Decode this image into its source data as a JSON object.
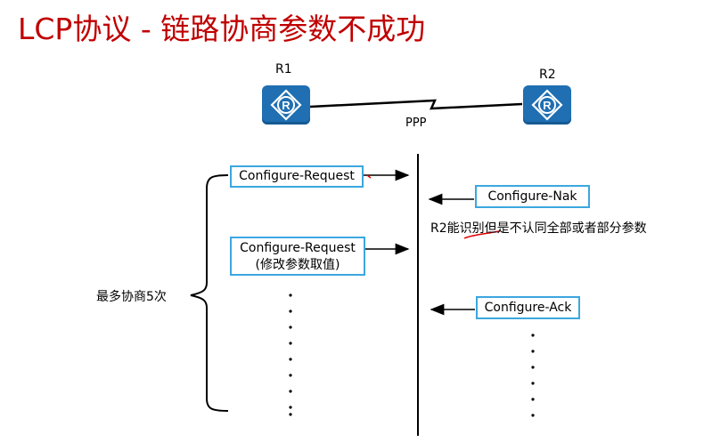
{
  "title": "LCP协议 - 链路协商参数不成功",
  "routers": {
    "r1_label": "R1",
    "r2_label": "R2"
  },
  "link_label": "PPP",
  "left_messages": {
    "request1": "Configure-Request",
    "request2_line1": "Configure-Request",
    "request2_line2": "(修改参数取值)"
  },
  "right_messages": {
    "nak": "Configure-Nak",
    "ack": "Configure-Ack"
  },
  "nak_note": "R2能识别但是不认同全部或者部分参数",
  "brace_label": "最多协商5次",
  "colors": {
    "title": "#c00000",
    "router": "#1f6fb2",
    "box_border": "#3ba7e0"
  }
}
